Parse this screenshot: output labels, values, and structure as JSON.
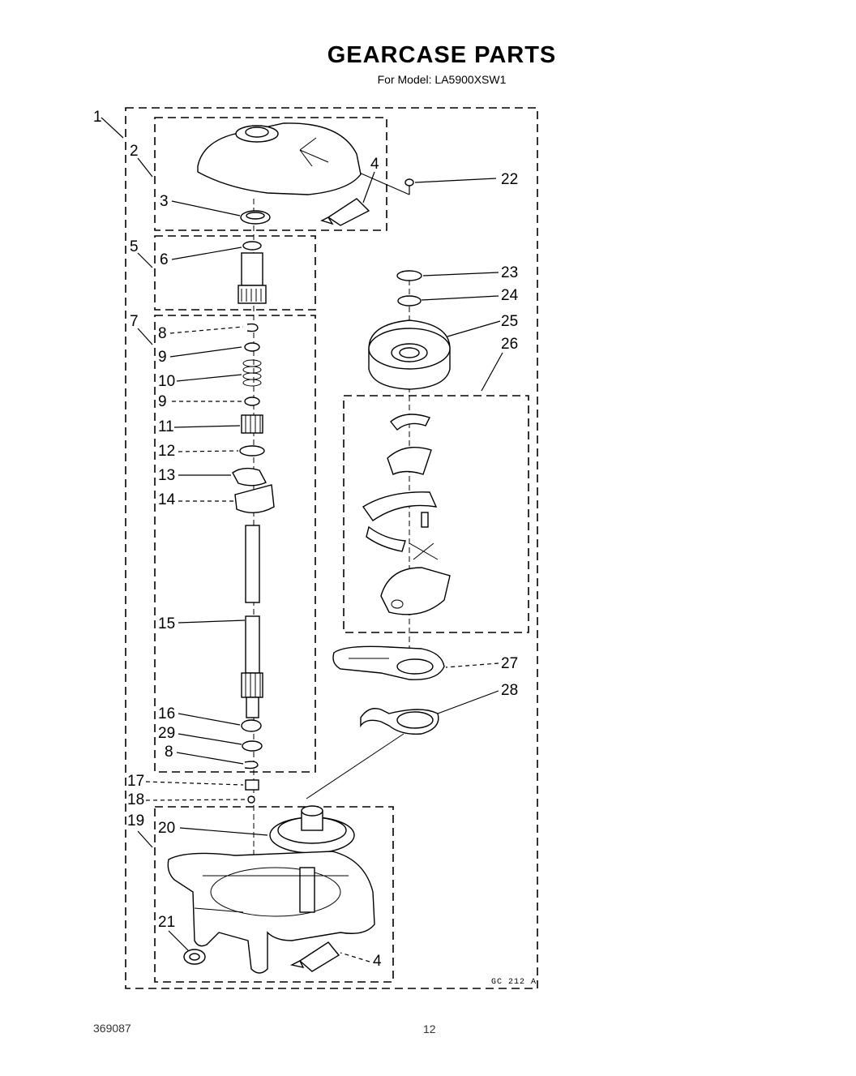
{
  "title": "GEARCASE PARTS",
  "subtitle": "For Model: LA5900XSW1",
  "figure_code": "GC 212 A",
  "footer_left": "369087",
  "page_number": "12",
  "callouts": {
    "c1": "1",
    "c2": "2",
    "c3": "3",
    "c4a": "4",
    "c4b": "4",
    "c5": "5",
    "c6": "6",
    "c7": "7",
    "c8a": "8",
    "c8b": "8",
    "c9a": "9",
    "c9b": "9",
    "c10": "10",
    "c11": "11",
    "c12": "12",
    "c13": "13",
    "c14": "14",
    "c15": "15",
    "c16": "16",
    "c17": "17",
    "c18": "18",
    "c19": "19",
    "c20": "20",
    "c21": "21",
    "c22": "22",
    "c23": "23",
    "c24": "24",
    "c25": "25",
    "c26": "26",
    "c27": "27",
    "c28": "28",
    "c29": "29"
  }
}
